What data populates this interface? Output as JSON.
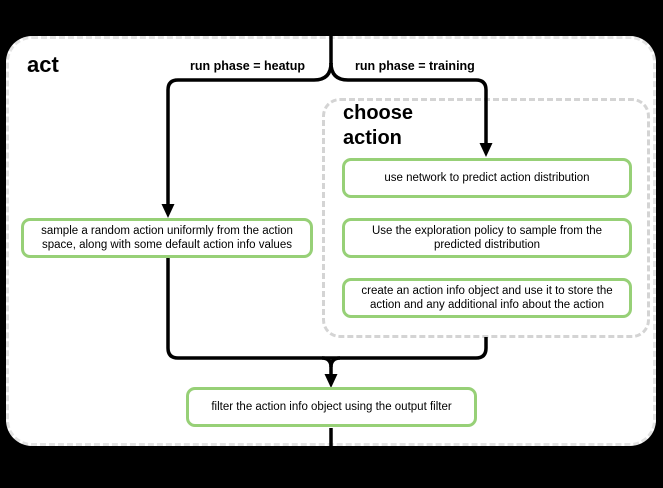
{
  "diagram": {
    "outer_label": "act",
    "branches": {
      "heatup_label": "run phase = heatup",
      "training_label": "run phase = training"
    },
    "group": {
      "title": "choose\naction"
    },
    "nodes": {
      "sample_random_action": "sample a random action uniformly from the action space, along with some default action info values",
      "use_network": "use network to predict action distribution",
      "exploration_policy": "Use the exploration policy to sample from the predicted distribution",
      "create_action_info": "create an action info object and use it to store the action and any additional info about the action",
      "filter_output": "filter the action info object using the output filter"
    },
    "colors": {
      "background": "#000000",
      "panel_bg": "#ffffff",
      "panel_border": "#e3e3e3",
      "group_border": "#d4d4d4",
      "node_border": "#97d077",
      "node_bg": "#ffffff",
      "connector": "#000000",
      "text": "#000000"
    }
  }
}
